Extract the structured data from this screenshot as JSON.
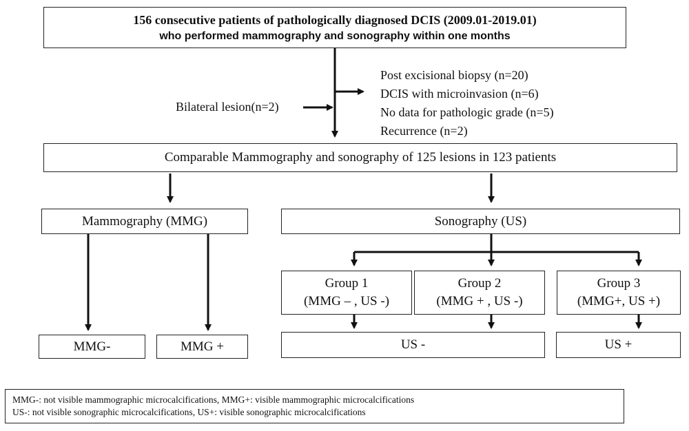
{
  "top": {
    "line1": "156 consecutive patients of pathologically diagnosed DCIS   (2009.01-2019.01)",
    "line2": "who performed mammography and sonography within one months"
  },
  "bilateral": "Bilateral  lesion(n=2)",
  "exclusions": [
    "Post excisional  biopsy (n=20)",
    "DCIS with microinvasion (n=6)",
    "No data for pathologic grade (n=5)",
    "Recurrence (n=2)"
  ],
  "comparable": "Comparable Mammography  and sonography  of 125 lesions  in 123 patients",
  "mmg": "Mammography  (MMG)",
  "us": "Sonography  (US)",
  "groups": [
    {
      "title": "Group 1",
      "sub": "(MMG – , US -)"
    },
    {
      "title": "Group 2",
      "sub": "(MMG + , US -)"
    },
    {
      "title": "Group 3",
      "sub": "(MMG+, US +)"
    }
  ],
  "results": {
    "mmg_neg": "MMG-",
    "mmg_pos": "MMG +",
    "us_neg": "US -",
    "us_pos": "US +"
  },
  "legend": {
    "line1": "MMG-: not visible  mammographic microcalcifications, MMG+: visible  mammographic microcalcifications",
    "line2": "US-: not visible  sonographic microcalcifications, US+: visible  sonographic microcalcifications"
  },
  "colors": {
    "stroke": "#222222",
    "text": "#111111"
  }
}
